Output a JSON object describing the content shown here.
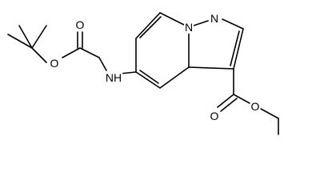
{
  "molecule": {
    "atoms": {
      "o_ether_boc": "O",
      "o_carbonyl_boc": "O",
      "nh": "NH",
      "n_ring_1": "N",
      "n_ring_2": "N",
      "o_carbonyl_ester": "O",
      "o_ether_ester": "O"
    }
  },
  "colors": {
    "bond": "#000000",
    "label": "#000000",
    "background": "#ffffff"
  }
}
